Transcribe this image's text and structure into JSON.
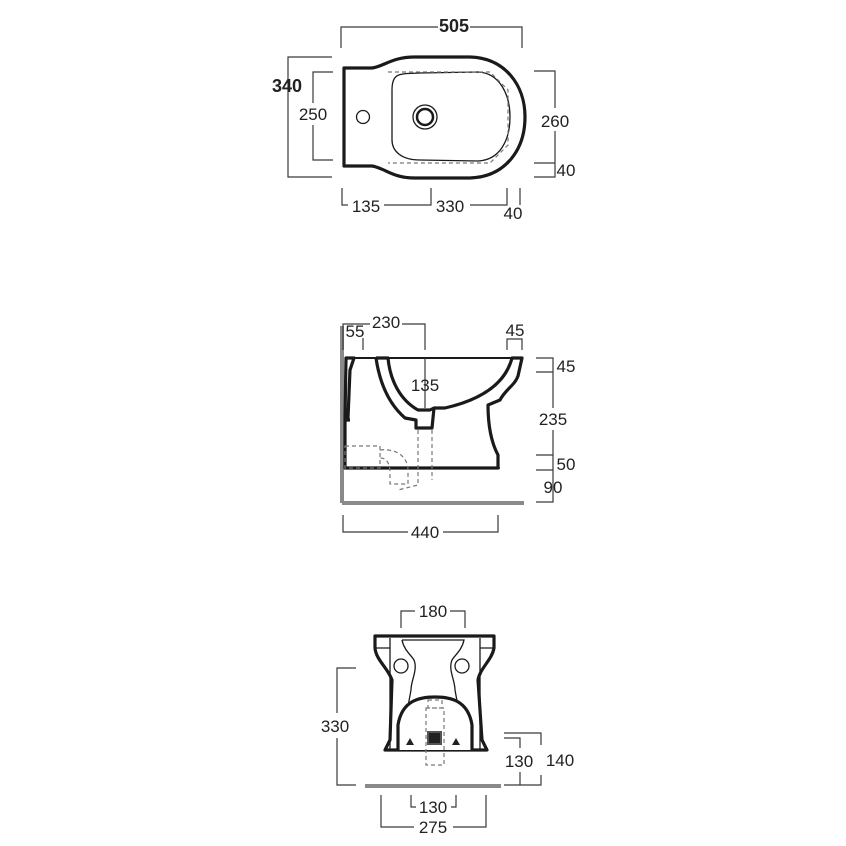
{
  "top_view": {
    "overall_length": "505",
    "overall_width": "340",
    "inner_width_left": "250",
    "inner_width_right": "260",
    "right_offset": "40",
    "tap_to_edge": "135",
    "bowl_length": "330",
    "rear_offset": "40"
  },
  "side_view": {
    "rim_left": "55",
    "waste_offset": "230",
    "rim_right": "45",
    "rim_height": "45",
    "waste_height": "135",
    "bowl_height": "235",
    "base_height": "50",
    "floor_gap": "90",
    "depth": "440"
  },
  "front_view": {
    "top_width": "180",
    "height": "330",
    "outlet_height": "130",
    "fixing_height": "140",
    "fixing_spacing": "130",
    "base_width": "275"
  }
}
